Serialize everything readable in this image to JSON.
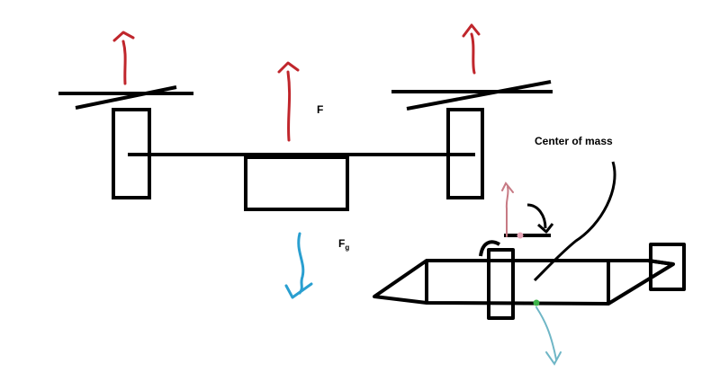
{
  "labels": {
    "force_lift": "F",
    "force_gravity_main": "F",
    "force_gravity_sub": "g",
    "center_of_mass": "Center of mass"
  },
  "colors": {
    "structure": "#000000",
    "lift_arrow": "#c0262c",
    "gravity_arrow": "#2a9fd0",
    "small_lift_arrow": "#c77a84",
    "small_gravity_arrow": "#6fb6c6",
    "com_dot": "#3db34a",
    "pivot_dot": "#e7a6b8"
  }
}
